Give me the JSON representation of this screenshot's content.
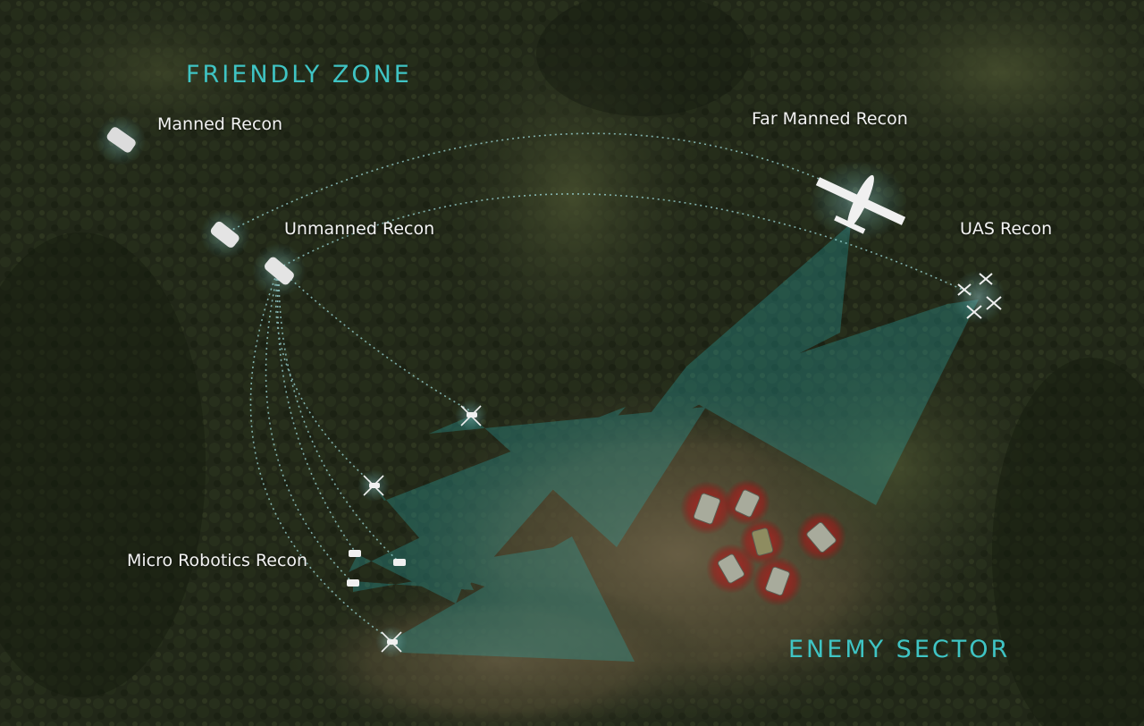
{
  "zones": {
    "friendly": "FRIENDLY ZONE",
    "enemy": "ENEMY SECTOR"
  },
  "assets": {
    "manned_recon": "Manned Recon",
    "unmanned_recon": "Unmanned Recon",
    "far_manned_recon": "Far Manned Recon",
    "uas_recon": "UAS Recon",
    "micro_robotics_recon": "Micro Robotics Recon"
  },
  "colors": {
    "zone_label": "#3fc4c4",
    "sensor_beam": "#2aa7a7",
    "threat_glow": "#c02020",
    "forest_dark": "#1e2416",
    "forest_light": "#4a5230",
    "clearing": "#6b6046"
  },
  "icons": [
    "car-icon",
    "aircraft-icon",
    "quadcopter-icon",
    "ground-robot-icon",
    "tank-icon"
  ]
}
